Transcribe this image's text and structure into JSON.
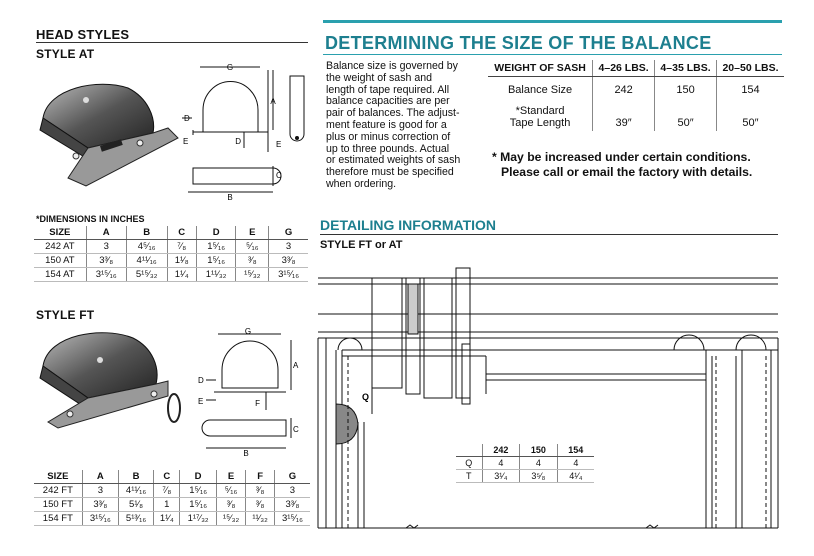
{
  "head_styles": {
    "title": "HEAD STYLES",
    "style_at_label": "STYLE AT",
    "style_ft_label": "STYLE FT",
    "dims_caption": "*DIMENSIONS IN INCHES"
  },
  "diagram_labels": {
    "a": "A",
    "b": "B",
    "c": "C",
    "d": "D",
    "e": "E",
    "f": "F",
    "g": "G"
  },
  "at_table": {
    "headers": [
      "SIZE",
      "A",
      "B",
      "C",
      "D",
      "E",
      "G"
    ],
    "rows": [
      [
        "242 AT",
        "3",
        "4⁵⁄₁₆",
        "⁷⁄₈",
        "1⁵⁄₁₆",
        "⁵⁄₁₆",
        "3"
      ],
      [
        "150 AT",
        "3³⁄₈",
        "4¹¹⁄₁₆",
        "1¹⁄₈",
        "1⁵⁄₁₆",
        "³⁄₈",
        "3³⁄₈"
      ],
      [
        "154 AT",
        "3¹⁵⁄₁₆",
        "5¹⁵⁄₃₂",
        "1¹⁄₄",
        "1¹¹⁄₃₂",
        "¹⁵⁄₃₂",
        "3¹⁵⁄₁₆"
      ]
    ]
  },
  "ft_table": {
    "headers": [
      "SIZE",
      "A",
      "B",
      "C",
      "D",
      "E",
      "F",
      "G"
    ],
    "rows": [
      [
        "242 FT",
        "3",
        "4¹¹⁄₁₆",
        "⁷⁄₈",
        "1⁵⁄₁₆",
        "⁵⁄₁₆",
        "³⁄₈",
        "3"
      ],
      [
        "150 FT",
        "3³⁄₈",
        "5¹⁄₈",
        "1",
        "1⁵⁄₁₆",
        "³⁄₈",
        "³⁄₈",
        "3³⁄₈"
      ],
      [
        "154 FT",
        "3¹⁵⁄₁₆",
        "5¹³⁄₁₆",
        "1¹⁄₄",
        "1¹⁷⁄₃₂",
        "¹⁵⁄₃₂",
        "¹¹⁄₃₂",
        "3¹⁵⁄₁₆"
      ]
    ]
  },
  "balance": {
    "title": "DETERMINING THE SIZE OF THE BALANCE",
    "body_lines": [
      "Balance size is governed by",
      "the weight of sash and",
      "length of tape required. All",
      "balance capacities are per",
      "pair of balances. The adjust-",
      "ment feature is good for a",
      "plus or minus correction of",
      "up to three pounds. Actual",
      "or estimated weights of sash",
      "therefore must be specified",
      "when ordering."
    ],
    "table": {
      "headers": [
        "WEIGHT OF SASH",
        "4–26 LBS.",
        "4–35 LBS.",
        "20–50 LBS."
      ],
      "row1": [
        "Balance Size",
        "242",
        "150",
        "154"
      ],
      "row2_label_1": "*Standard",
      "row2_label_2": "Tape Length",
      "row2": [
        "39″",
        "50″",
        "50″"
      ]
    },
    "note_line1": "* May be increased under certain conditions.",
    "note_line2": "Please call or email the factory with details."
  },
  "detailing": {
    "title": "DETAILING INFORMATION",
    "subtitle": "STYLE FT or AT",
    "q_label": "Q",
    "qt_table": {
      "headers": [
        "",
        "242",
        "150",
        "154"
      ],
      "rows": [
        [
          "Q",
          "4",
          "4",
          "4"
        ],
        [
          "T",
          "3¹⁄₄",
          "3⁵⁄₈",
          "4¹⁄₄"
        ]
      ]
    }
  }
}
